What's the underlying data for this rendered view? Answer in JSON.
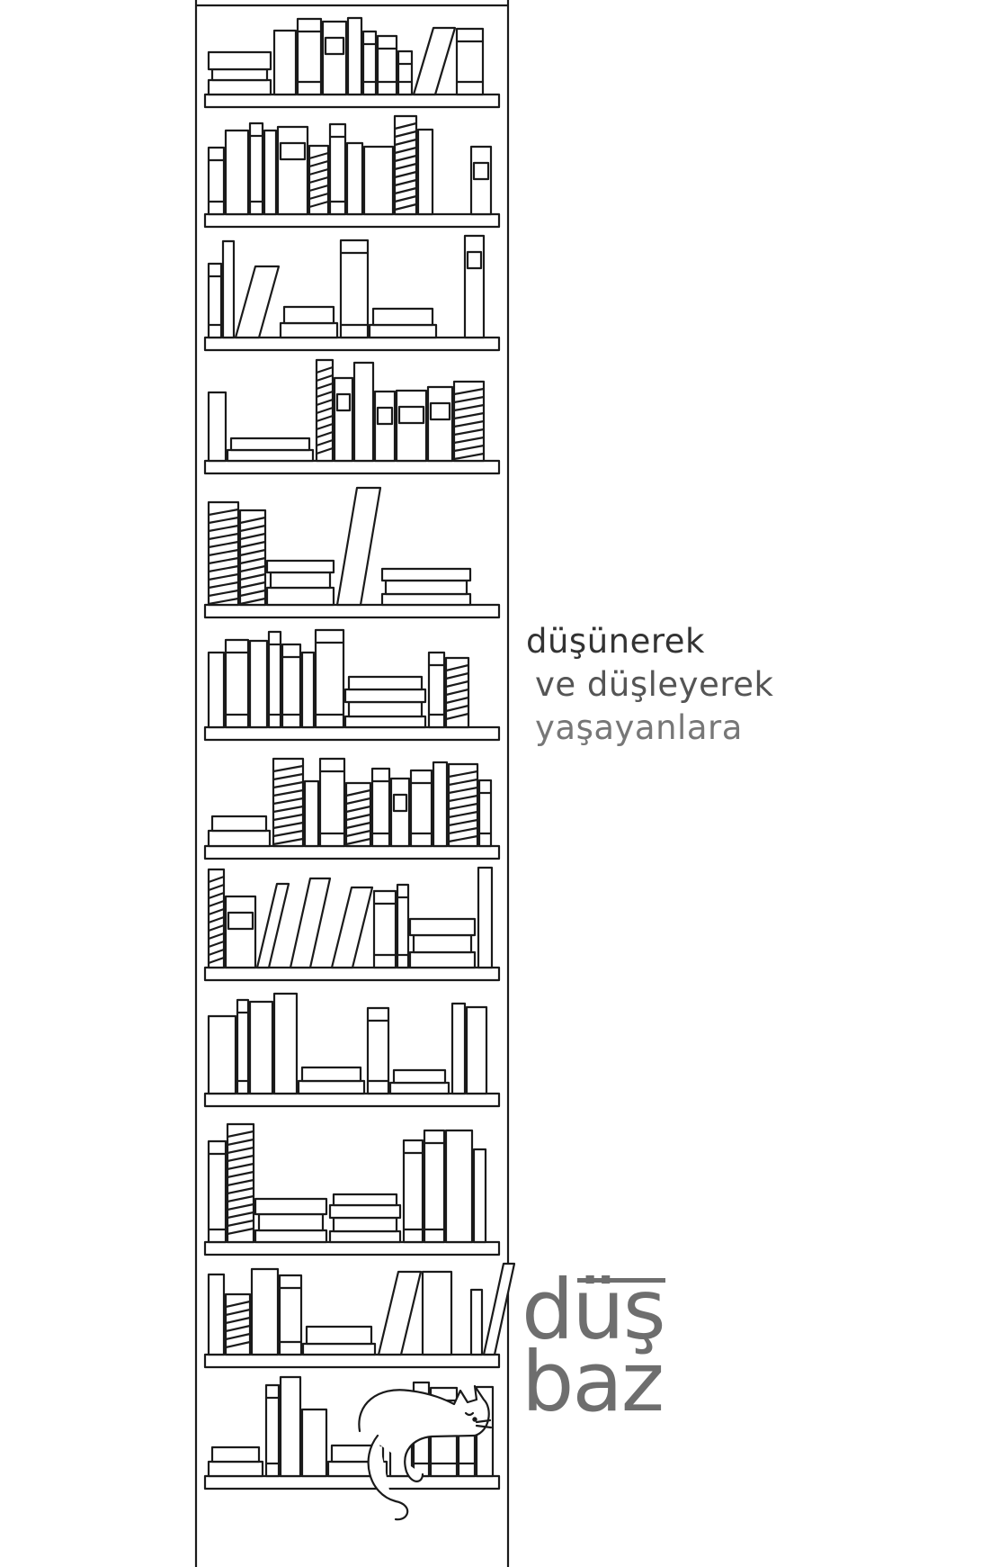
{
  "dedication": {
    "line_1": "düşünerek",
    "line_2": "ve düşleyerek",
    "line_3": "yaşayanlara"
  },
  "publisher_logo": {
    "top": "düş",
    "bottom": "baz"
  },
  "colors": {
    "line_1": "#333333",
    "line_2": "#555555",
    "line_3": "#777777",
    "logo": "#6e6e6e",
    "ink": "#1a1a1a"
  },
  "illustration": "bookshelf-with-cat"
}
